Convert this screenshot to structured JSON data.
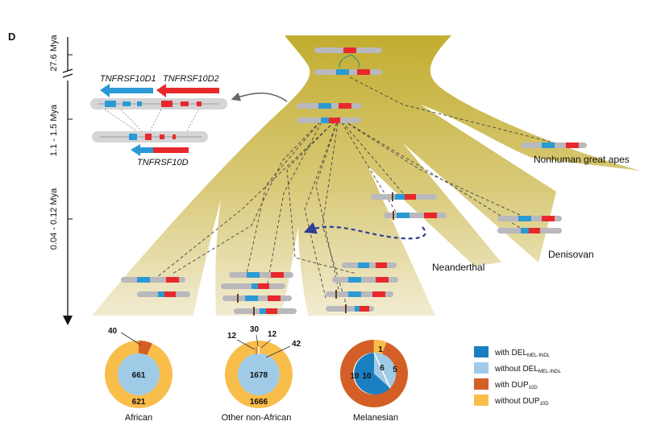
{
  "panel_label": "D",
  "time_axis": {
    "ticks": [
      "27.6 Mya",
      "1.1 - 1.5 Mya",
      "0.04 - 0.12 Mya"
    ]
  },
  "genes": {
    "d1": "TNFRSF10D1",
    "d2": "TNFRSF10D2",
    "d": "TNFRSF10D"
  },
  "populations": {
    "nonhuman": "Nonhuman great apes",
    "neanderthal": "Neanderthal",
    "denisovan": "Denisovan"
  },
  "donuts": [
    {
      "label": "African",
      "inner_center": "661",
      "outer_bottom": "621",
      "outer_callouts": [
        "40"
      ]
    },
    {
      "label": "Other non-African",
      "inner_center": "1678",
      "outer_bottom": "1666",
      "outer_callouts": [
        "12",
        "30",
        "12",
        "42"
      ]
    },
    {
      "label": "Melanesian",
      "inner_values": [
        "10",
        "6"
      ],
      "outer_values": [
        "10",
        "5",
        "1"
      ]
    }
  ],
  "legend": [
    {
      "text": "with DEL",
      "sub": "MEL-INDL",
      "color": "#1a7fc1"
    },
    {
      "text": "without DEL",
      "sub": "MEL-INDL",
      "color": "#9fcbe6"
    },
    {
      "text": "with DUP",
      "sub": "10D",
      "color": "#d35f26"
    },
    {
      "text": "without DUP",
      "sub": "10D",
      "color": "#f9bd4a"
    }
  ],
  "colors": {
    "tree": "#c9b64a",
    "del": "#1a7fc1",
    "nodel": "#9fcbe6",
    "dup": "#d35f26",
    "nodup": "#f9bd4a",
    "red": "#e8292b",
    "blue": "#2b9ad4",
    "gray": "#b8b8bd"
  },
  "icons": [
    "arrow-left-icon",
    "dashed-arrow-icon"
  ]
}
